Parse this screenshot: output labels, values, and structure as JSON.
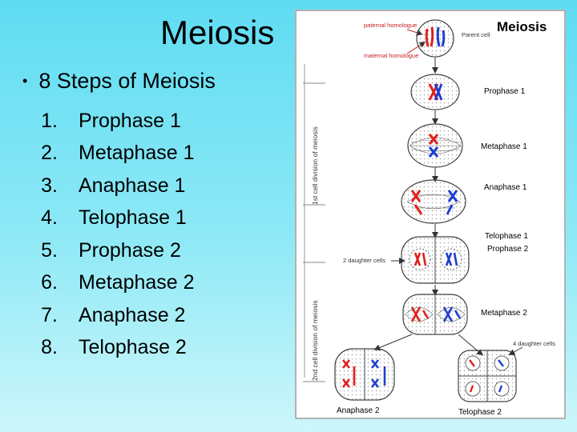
{
  "slide": {
    "title": "Meiosis",
    "bullet": "8 Steps of Meiosis",
    "steps": [
      {
        "num": "1.",
        "label": "Prophase 1"
      },
      {
        "num": "2.",
        "label": "Metaphase 1"
      },
      {
        "num": "3.",
        "label": "Anaphase 1"
      },
      {
        "num": "4.",
        "label": "Telophase 1"
      },
      {
        "num": "5.",
        "label": "Prophase 2"
      },
      {
        "num": "6.",
        "label": "Metaphase 2"
      },
      {
        "num": "7.",
        "label": "Anaphase 2"
      },
      {
        "num": "8.",
        "label": "Telophase 2"
      }
    ]
  },
  "diagram": {
    "title": "Meiosis",
    "paternal_label": "paternal homologue",
    "maternal_label": "maternal homologue",
    "parent_label": "Parent cell",
    "prophase1": "Prophase 1",
    "metaphase1": "Metaphase 1",
    "anaphase1": "Anaphase 1",
    "telophase1": "Telophase 1",
    "prophase2": "Prophase 2",
    "daughter2": "2 daughter cells",
    "metaphase2": "Metaphase 2",
    "daughter4": "4 daughter cells",
    "anaphase2": "Anaphase 2",
    "telophase2": "Telophase 2",
    "div1": "1st cell division of meiosis",
    "div2": "2nd cell division of meiosis",
    "colors": {
      "paternal": "#e0201c",
      "maternal": "#1f3fd0"
    }
  }
}
